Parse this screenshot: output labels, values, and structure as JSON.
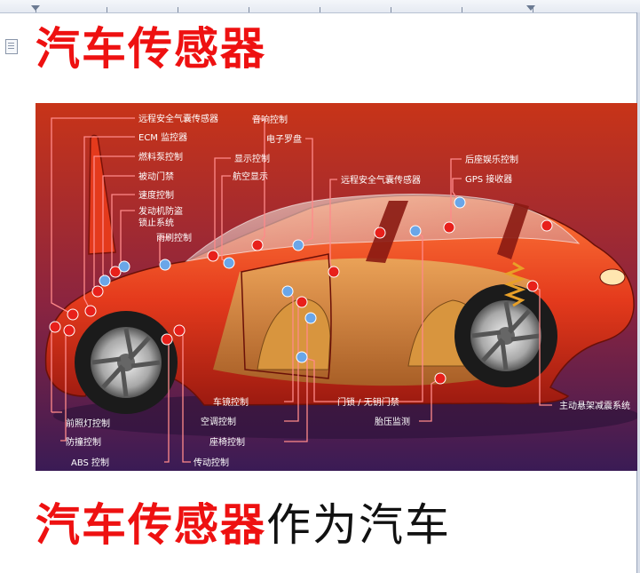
{
  "document": {
    "title": "汽车传感器",
    "body_line": {
      "highlight": "汽车传感器",
      "rest": "作为汽车"
    }
  },
  "diagram": {
    "labels": {
      "remote_airbag_left": "远程安全气囊传感器",
      "ecm": "ECM 监控器",
      "fuel_pump": "燃料泵控制",
      "passive_door": "被动门禁",
      "speed": "速度控制",
      "anti_theft_1": "发动机防盗",
      "anti_theft_2": "锁止系统",
      "wiper": "雨刷控制",
      "audio": "音响控制",
      "compass": "电子罗盘",
      "display": "显示控制",
      "nav_display": "航空显示",
      "remote_airbag_right": "远程安全气囊传感器",
      "rear_entertainment": "后座娱乐控制",
      "gps": "GPS 接收器",
      "headlight": "前照灯控制",
      "anti_collision": "防撞控制",
      "abs": "ABS 控制",
      "mirror": "车镜控制",
      "ac": "空调控制",
      "seat": "座椅控制",
      "transmission": "传动控制",
      "door_lock": "门锁 / 无钥门禁",
      "tire_pressure": "胎压监测",
      "suspension": "主动悬架减震系统"
    },
    "colors": {
      "background_top": "#c83418",
      "background_bottom": "#3a1b55",
      "car_body": "#e43a1c",
      "leader_line": "#ff8a8a",
      "label_text": "#ffffff",
      "dot_red": "#e8201b",
      "dot_blue": "#6aa6e8"
    }
  }
}
